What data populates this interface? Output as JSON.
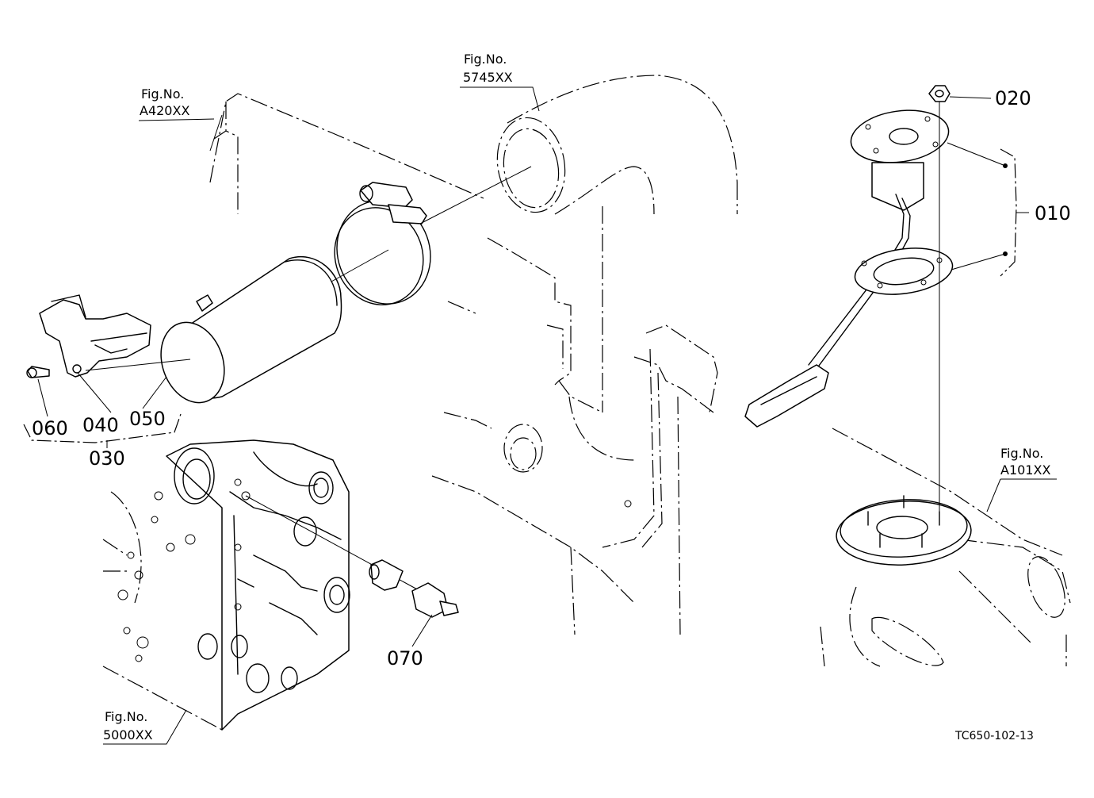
{
  "figure_refs": {
    "a420": {
      "line1": "Fig.No.",
      "line2": "A420XX"
    },
    "f5745": {
      "line1": "Fig.No.",
      "line2": "5745XX"
    },
    "a101": {
      "line1": "Fig.No.",
      "line2": "A101XX"
    },
    "f5000": {
      "line1": "Fig.No.",
      "line2": "5000XX"
    }
  },
  "parts": {
    "p010": "010",
    "p020": "020",
    "p030": "030",
    "p040": "040",
    "p050": "050",
    "p060": "060",
    "p070": "070"
  },
  "drawing_code": "TC650-102-13"
}
